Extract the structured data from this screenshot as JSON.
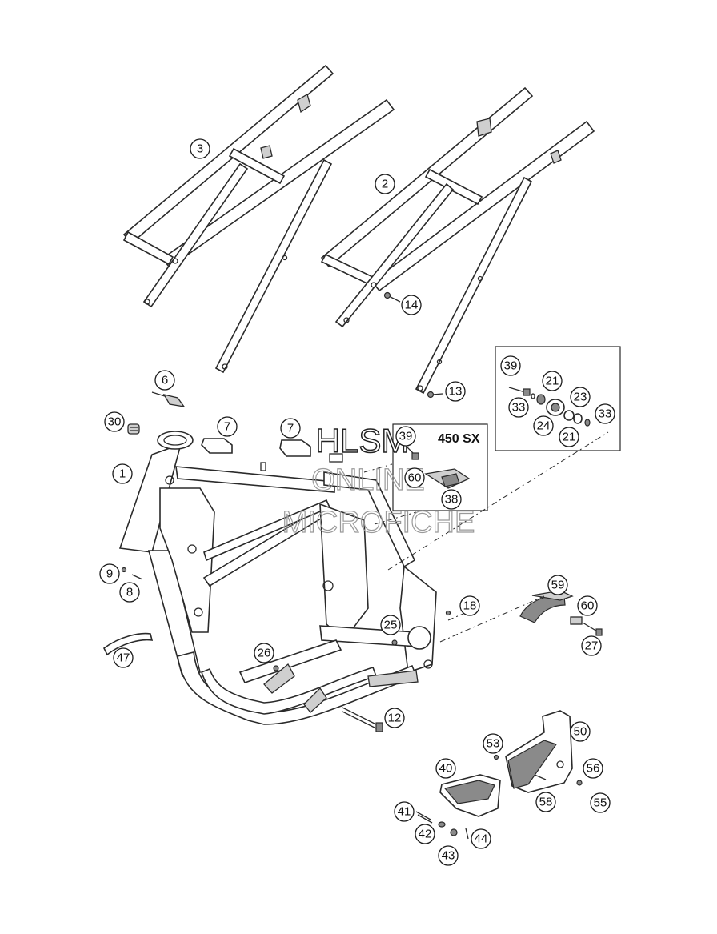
{
  "diagram": {
    "variant_label": "450 SX",
    "watermark": {
      "line1": "HLSM",
      "line2": "ONLINE",
      "line3": "MICROFICHE"
    },
    "callouts": [
      {
        "id": "c1",
        "label": "1"
      },
      {
        "id": "c2",
        "label": "2"
      },
      {
        "id": "c3",
        "label": "3"
      },
      {
        "id": "c6",
        "label": "6"
      },
      {
        "id": "c7a",
        "label": "7"
      },
      {
        "id": "c7b",
        "label": "7"
      },
      {
        "id": "c8",
        "label": "8"
      },
      {
        "id": "c9",
        "label": "9"
      },
      {
        "id": "c12",
        "label": "12"
      },
      {
        "id": "c13",
        "label": "13"
      },
      {
        "id": "c14",
        "label": "14"
      },
      {
        "id": "c18",
        "label": "18"
      },
      {
        "id": "c21a",
        "label": "21"
      },
      {
        "id": "c21b",
        "label": "21"
      },
      {
        "id": "c23",
        "label": "23"
      },
      {
        "id": "c24",
        "label": "24"
      },
      {
        "id": "c25",
        "label": "25"
      },
      {
        "id": "c26",
        "label": "26"
      },
      {
        "id": "c27",
        "label": "27"
      },
      {
        "id": "c30",
        "label": "30"
      },
      {
        "id": "c33a",
        "label": "33"
      },
      {
        "id": "c33b",
        "label": "33"
      },
      {
        "id": "c38",
        "label": "38"
      },
      {
        "id": "c39a",
        "label": "39"
      },
      {
        "id": "c39b",
        "label": "39"
      },
      {
        "id": "c40",
        "label": "40"
      },
      {
        "id": "c41",
        "label": "41"
      },
      {
        "id": "c42",
        "label": "42"
      },
      {
        "id": "c43",
        "label": "43"
      },
      {
        "id": "c44",
        "label": "44"
      },
      {
        "id": "c47",
        "label": "47"
      },
      {
        "id": "c50",
        "label": "50"
      },
      {
        "id": "c53",
        "label": "53"
      },
      {
        "id": "c55",
        "label": "55"
      },
      {
        "id": "c56",
        "label": "56"
      },
      {
        "id": "c58",
        "label": "58"
      },
      {
        "id": "c59",
        "label": "59"
      },
      {
        "id": "c60a",
        "label": "60"
      },
      {
        "id": "c60b",
        "label": "60"
      }
    ]
  }
}
